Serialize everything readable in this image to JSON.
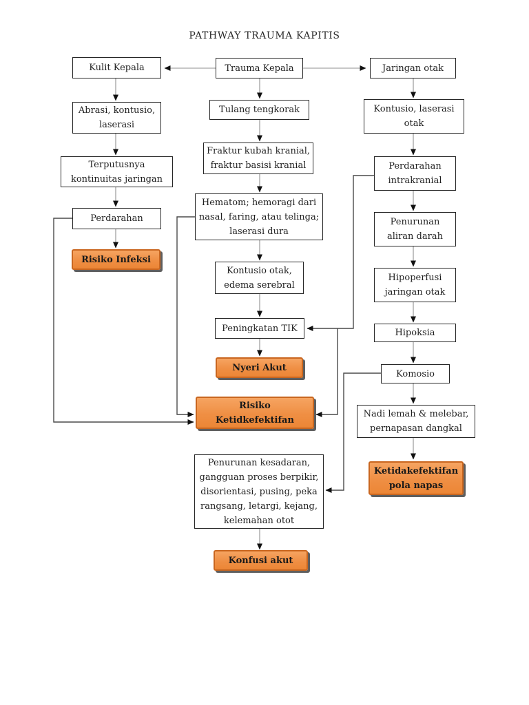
{
  "title": "PATHWAY TRAUMA KAPITIS",
  "diagram_type": "flowchart",
  "colors": {
    "background": "#ffffff",
    "box_border": "#262626",
    "accent_fill": "#ef8f44",
    "accent_border": "#c9661f",
    "accent_shadow": "#5f5f5f",
    "line_gray": "#8f8f8f",
    "arrow_black": "#111111"
  },
  "nodes": {
    "kulit_kepala": {
      "label": "Kulit Kepala",
      "type": "plain"
    },
    "trauma_kepala": {
      "label": "Trauma Kepala",
      "type": "plain"
    },
    "jaringan_otak": {
      "label": "Jaringan otak",
      "type": "plain"
    },
    "abrasi": {
      "label": "Abrasi, kontusio,\nlaserasi",
      "type": "plain"
    },
    "terputusnya": {
      "label": "Terputusnya\nkontinuitas jaringan",
      "type": "plain"
    },
    "perdarahan": {
      "label": "Perdarahan",
      "type": "plain"
    },
    "risiko_infeksi": {
      "label": "Risiko Infeksi",
      "type": "outcome"
    },
    "tulang_tengkorak": {
      "label": "Tulang tengkorak",
      "type": "plain"
    },
    "fraktur": {
      "label": "Fraktur kubah kranial,\nfraktur basisi kranial",
      "type": "plain"
    },
    "hematom": {
      "label": "Hematom; hemoragi dari\nnasal, faring, atau telinga;\nlaserasi dura",
      "type": "plain"
    },
    "kontusio_otak": {
      "label": "Kontusio otak,\nedema serebral",
      "type": "plain"
    },
    "peningkatan_tik": {
      "label": "Peningkatan TIK",
      "type": "plain"
    },
    "nyeri_akut": {
      "label": "Nyeri Akut",
      "type": "outcome"
    },
    "risiko_ketidkefektifan": {
      "label": "Risiko\nKetidkefektifan",
      "type": "outcome"
    },
    "penurunan_kesadaran": {
      "label": "Penurunan kesadaran,\ngangguan proses berpikir,\ndisorientasi, pusing, peka\nrangsang, letargi, kejang,\nkelemahan otot",
      "type": "plain"
    },
    "konfusi_akut": {
      "label": "Konfusi akut",
      "type": "outcome"
    },
    "kontusio_laserasi_otak": {
      "label": "Kontusio, laserasi\notak",
      "type": "plain"
    },
    "perdarahan_intrakranial": {
      "label": "Perdarahan\nintrakranial",
      "type": "plain"
    },
    "penurunan_aliran_darah": {
      "label": "Penurunan\naliran darah",
      "type": "plain"
    },
    "hipoperfusi": {
      "label": "Hipoperfusi\njaringan otak",
      "type": "plain"
    },
    "hipoksia": {
      "label": "Hipoksia",
      "type": "plain"
    },
    "komosio": {
      "label": "Komosio",
      "type": "plain"
    },
    "nadi_lemah": {
      "label": "Nadi lemah & melebar,\npernapasan dangkal",
      "type": "plain"
    },
    "ketidakefektifan_pola_napas": {
      "label": "Ketidakefektifan\npola napas",
      "type": "outcome"
    }
  },
  "edges": [
    {
      "from": "trauma_kepala",
      "to": "kulit_kepala"
    },
    {
      "from": "trauma_kepala",
      "to": "jaringan_otak"
    },
    {
      "from": "trauma_kepala",
      "to": "tulang_tengkorak"
    },
    {
      "from": "kulit_kepala",
      "to": "abrasi"
    },
    {
      "from": "abrasi",
      "to": "terputusnya"
    },
    {
      "from": "terputusnya",
      "to": "perdarahan"
    },
    {
      "from": "perdarahan",
      "to": "risiko_infeksi"
    },
    {
      "from": "perdarahan",
      "to": "risiko_ketidkefektifan"
    },
    {
      "from": "tulang_tengkorak",
      "to": "fraktur"
    },
    {
      "from": "fraktur",
      "to": "hematom"
    },
    {
      "from": "hematom",
      "to": "kontusio_otak"
    },
    {
      "from": "hematom",
      "to": "risiko_ketidkefektifan"
    },
    {
      "from": "kontusio_otak",
      "to": "peningkatan_tik"
    },
    {
      "from": "peningkatan_tik",
      "to": "nyeri_akut"
    },
    {
      "from": "jaringan_otak",
      "to": "kontusio_laserasi_otak"
    },
    {
      "from": "kontusio_laserasi_otak",
      "to": "perdarahan_intrakranial"
    },
    {
      "from": "perdarahan_intrakranial",
      "to": "penurunan_aliran_darah"
    },
    {
      "from": "perdarahan_intrakranial",
      "to": "peningkatan_tik"
    },
    {
      "from": "perdarahan_intrakranial",
      "to": "risiko_ketidkefektifan"
    },
    {
      "from": "penurunan_aliran_darah",
      "to": "hipoperfusi"
    },
    {
      "from": "hipoperfusi",
      "to": "hipoksia"
    },
    {
      "from": "hipoksia",
      "to": "komosio"
    },
    {
      "from": "komosio",
      "to": "nadi_lemah"
    },
    {
      "from": "komosio",
      "to": "penurunan_kesadaran"
    },
    {
      "from": "nadi_lemah",
      "to": "ketidakefektifan_pola_napas"
    },
    {
      "from": "penurunan_kesadaran",
      "to": "konfusi_akut"
    }
  ]
}
